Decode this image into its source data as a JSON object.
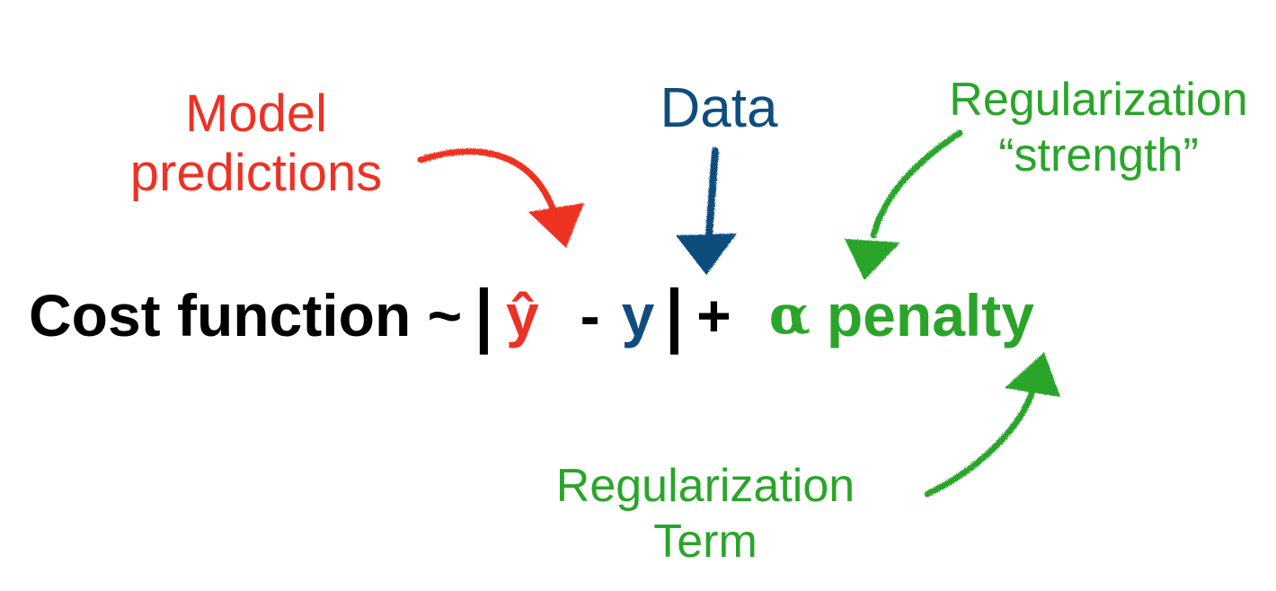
{
  "labels": {
    "model_predictions": [
      "Model",
      "predictions"
    ],
    "data": "Data",
    "regularization_strength": [
      "Regularization",
      "“strength”"
    ],
    "regularization_term": [
      "Regularization",
      "Term"
    ]
  },
  "equation": {
    "lhs": "Cost function ~",
    "bar_left": "|",
    "y_hat": "ŷ",
    "minus": "-",
    "y": "y",
    "bar_right": "|",
    "plus": "+",
    "alpha": "α",
    "penalty": "penalty"
  },
  "colors": {
    "model_predictions": "#ee3124",
    "data": "#0f4d7e",
    "regularization": "#2aa52a",
    "equation_text": "#000000"
  },
  "icons": {
    "arrow_model": "curved-arrow-down-right",
    "arrow_data": "straight-arrow-down",
    "arrow_strength": "curved-arrow-down-left",
    "arrow_term": "curved-arrow-up-right"
  }
}
